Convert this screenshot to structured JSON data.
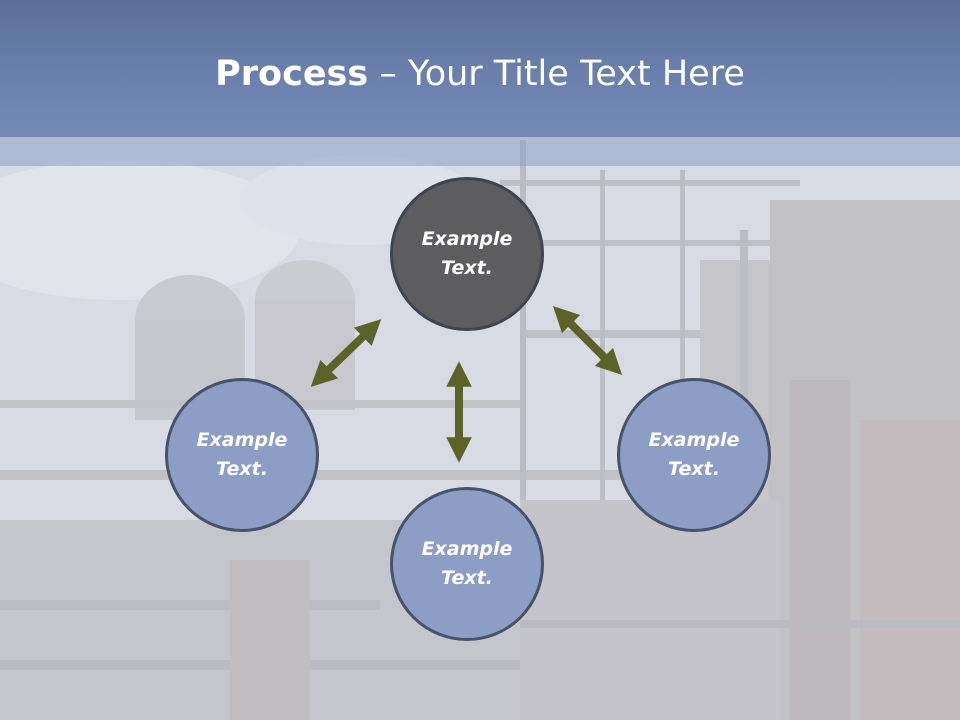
{
  "slide": {
    "title_bold": "Process",
    "title_rest": " – Your Title Text Here"
  },
  "diagram": {
    "center_node": {
      "line1": "Example",
      "line2": "Text."
    },
    "left_node": {
      "line1": "Example",
      "line2": "Text."
    },
    "right_node": {
      "line1": "Example",
      "line2": "Text."
    },
    "bottom_node": {
      "line1": "Example",
      "line2": "Text."
    }
  },
  "colors": {
    "title_bar": "#6b80ad",
    "center_fill": "#5d5d5f",
    "node_fill": "#8c9ec6",
    "arrow": "#5c6228"
  }
}
